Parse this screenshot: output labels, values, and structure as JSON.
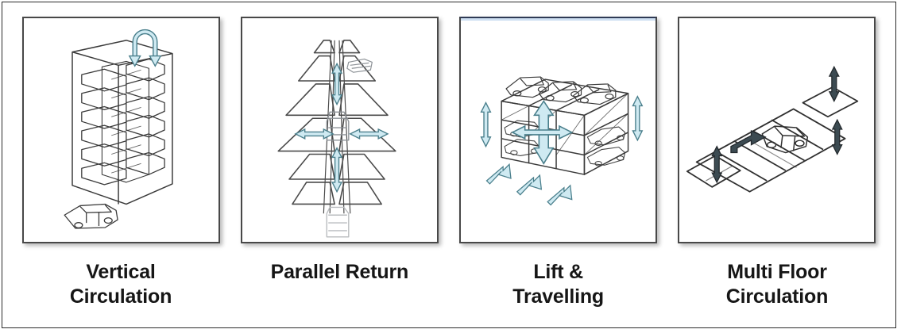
{
  "figure": {
    "border_color": "#2b2b2b",
    "background": "#ffffff"
  },
  "style": {
    "frame_border_color": "#484848",
    "line_color": "#3a3a3a",
    "arrow_fill": "#cfeaf2",
    "arrow_stroke": "#4a7f8c",
    "dark_arrow_fill": "#3c4b52",
    "dark_arrow_stroke": "#23292d",
    "highlight_color": "#cfe0f2",
    "label_color": "#161616"
  },
  "panels": [
    {
      "id": "vertical-circulation",
      "label": "Vertical\nCirculation",
      "illustration": "vertical-circulation-tower-diagram",
      "highlighted": false
    },
    {
      "id": "parallel-return",
      "label": "Parallel Return",
      "illustration": "parallel-return-ramp-diagram",
      "highlighted": false
    },
    {
      "id": "lift-and-travelling",
      "label": "Lift &\nTravelling",
      "illustration": "lift-and-travelling-grid-diagram",
      "highlighted": true
    },
    {
      "id": "multi-floor-circulation",
      "label": "Multi Floor\nCirculation",
      "illustration": "multi-floor-circulation-deck-diagram",
      "highlighted": false
    }
  ]
}
